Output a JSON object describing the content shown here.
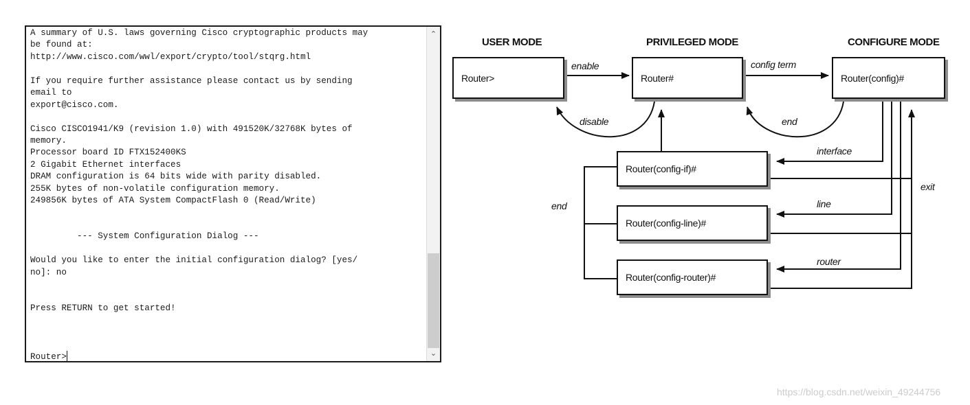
{
  "terminal": {
    "lines": [
      "A summary of U.S. laws governing Cisco cryptographic products may",
      "be found at:",
      "http://www.cisco.com/wwl/export/crypto/tool/stqrg.html",
      "",
      "If you require further assistance please contact us by sending",
      "email to",
      "export@cisco.com.",
      "",
      "Cisco CISCO1941/K9 (revision 1.0) with 491520K/32768K bytes of",
      "memory.",
      "Processor board ID FTX152400KS",
      "2 Gigabit Ethernet interfaces",
      "DRAM configuration is 64 bits wide with parity disabled.",
      "255K bytes of non-volatile configuration memory.",
      "249856K bytes of ATA System CompactFlash 0 (Read/Write)",
      "",
      "",
      "         --- System Configuration Dialog ---",
      "",
      "Would you like to enter the initial configuration dialog? [yes/",
      "no]: no",
      "",
      "",
      "Press RETURN to get started!",
      "",
      "",
      "",
      "Router>"
    ],
    "scroll_up_icon": "chevron-up-icon",
    "scroll_down_icon": "chevron-down-icon"
  },
  "diagram": {
    "modes": {
      "user": "USER MODE",
      "privileged": "PRIVILEGED MODE",
      "configure": "CONFIGURE MODE"
    },
    "boxes": {
      "user": "Router>",
      "privileged": "Router#",
      "configure": "Router(config)#",
      "config_if": "Router(config-if)#",
      "config_line": "Router(config-line)#",
      "config_router": "Router(config-router)#"
    },
    "labels": {
      "enable": "enable",
      "disable": "disable",
      "config_term": "config term",
      "end_top": "end",
      "interface": "interface",
      "line": "line",
      "router": "router",
      "exit": "exit",
      "end_left": "end"
    }
  },
  "watermark": "https://blog.csdn.net/weixin_49244756"
}
